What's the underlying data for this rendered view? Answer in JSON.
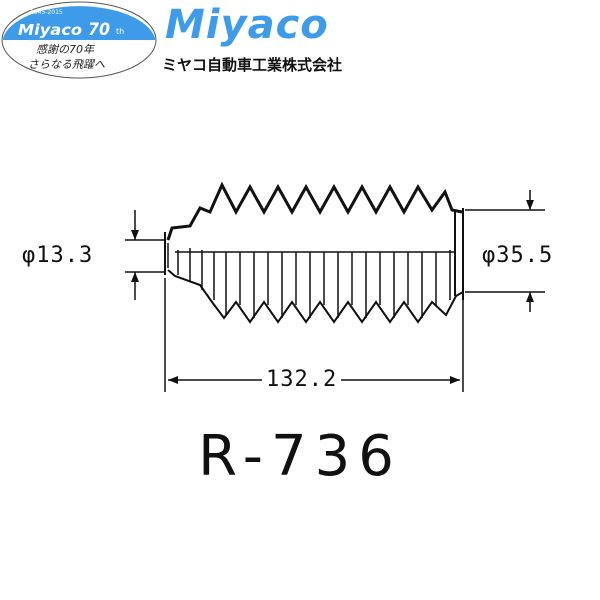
{
  "logo": {
    "years": "1945-2015",
    "name": "Miyaco",
    "anniv": "70",
    "suffix": "th",
    "tag1": "感謝の70年",
    "tag2": "さらなる飛躍へ",
    "color": "#3d9be9"
  },
  "brand": {
    "name": "Miyaco",
    "company": "ミヤコ自動車工業株式会社"
  },
  "drawing": {
    "small_dia": "φ13.3",
    "large_dia": "φ35.5",
    "length": "132.2",
    "part_number": "R-736"
  }
}
